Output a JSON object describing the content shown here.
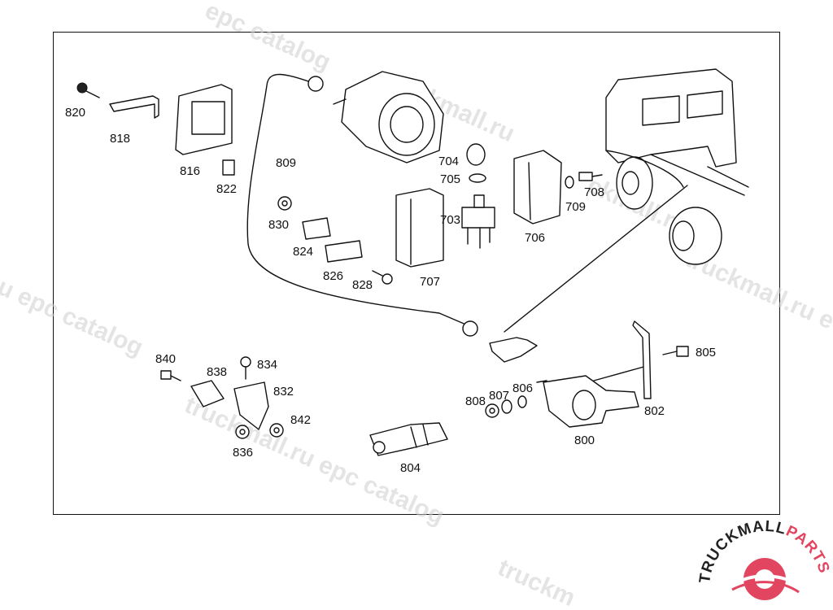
{
  "watermark": {
    "text_catalog": "epc catalog",
    "text_site": "truckmall.ru",
    "text_site_epc": "truckmall.ru epc catalog",
    "text_ru_epc": "u epc catalog",
    "text_fragment": "ckmall.ru",
    "text_edge": "truckmall.ru e",
    "text_epc": "epc catalog",
    "text_truck": "truckm"
  },
  "labels": {
    "p820": "820",
    "p818": "818",
    "p816": "816",
    "p822": "822",
    "p809": "809",
    "p830": "830",
    "p824": "824",
    "p826": "826",
    "p828": "828",
    "p704": "704",
    "p705": "705",
    "p703": "703",
    "p707": "707",
    "p706": "706",
    "p708": "708",
    "p709": "709",
    "p840": "840",
    "p838": "838",
    "p834": "834",
    "p832": "832",
    "p842": "842",
    "p836": "836",
    "p804": "804",
    "p808": "808",
    "p807": "807",
    "p806": "806",
    "p800": "800",
    "p805": "805",
    "p802": "802"
  },
  "logo": {
    "text_black": "TRUCKMALL",
    "text_red": "PARTS",
    "brand_red": "#e2455f",
    "brand_black": "#222222",
    "icon": "gear-icon"
  }
}
